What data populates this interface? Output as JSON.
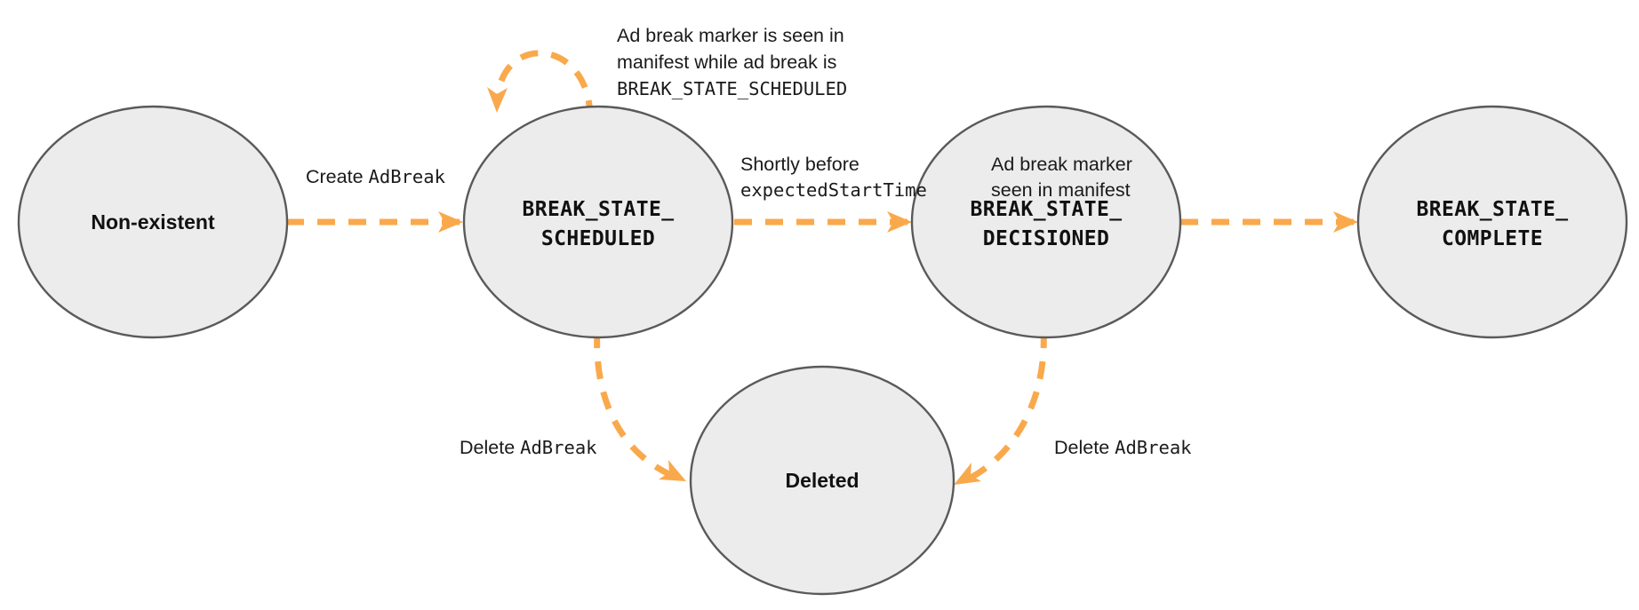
{
  "diagram": {
    "title": "Ad break state machine",
    "background_color": "#ffffff",
    "node_fill": "#ececec",
    "node_stroke": "#5a5a5a",
    "edge_color": "#f9a94c",
    "nodes": [
      {
        "id": "non-existent",
        "label_line1": "Non-existent",
        "label_line2": "",
        "style": "sans"
      },
      {
        "id": "scheduled",
        "label_line1": "BREAK_STATE_",
        "label_line2": "SCHEDULED",
        "style": "mono"
      },
      {
        "id": "decisioned",
        "label_line1": "BREAK_STATE_",
        "label_line2": "DECISIONED",
        "style": "mono"
      },
      {
        "id": "complete",
        "label_line1": "BREAK_STATE_",
        "label_line2": "COMPLETE",
        "style": "mono"
      },
      {
        "id": "deleted",
        "label_line1": "Deleted",
        "label_line2": "",
        "style": "sans"
      }
    ],
    "edges": [
      {
        "id": "create",
        "from": "non-existent",
        "to": "scheduled",
        "label_parts": [
          {
            "text": "Create ",
            "mono": false
          },
          {
            "text": "AdBreak",
            "mono": true
          }
        ]
      },
      {
        "id": "self-loop-scheduled",
        "from": "scheduled",
        "to": "scheduled",
        "label_parts": [
          {
            "text": "Ad break marker is seen in",
            "mono": false
          },
          {
            "text": "manifest while ad break is",
            "mono": false
          },
          {
            "text": "BREAK_STATE_SCHEDULED",
            "mono": true
          }
        ]
      },
      {
        "id": "scheduled-to-decisioned",
        "from": "scheduled",
        "to": "decisioned",
        "label_parts": [
          {
            "text": "Shortly before",
            "mono": false
          },
          {
            "text": "expectedStartTime",
            "mono": true
          }
        ]
      },
      {
        "id": "decisioned-to-complete",
        "from": "decisioned",
        "to": "complete",
        "label_parts": [
          {
            "text": "Ad break marker",
            "mono": false
          },
          {
            "text": "seen in manifest",
            "mono": false
          }
        ]
      },
      {
        "id": "scheduled-to-deleted",
        "from": "scheduled",
        "to": "deleted",
        "label_parts": [
          {
            "text": "Delete ",
            "mono": false
          },
          {
            "text": "AdBreak",
            "mono": true
          }
        ]
      },
      {
        "id": "decisioned-to-deleted",
        "from": "decisioned",
        "to": "deleted",
        "label_parts": [
          {
            "text": "Delete ",
            "mono": false
          },
          {
            "text": "AdBreak",
            "mono": true
          }
        ]
      }
    ],
    "labels": {
      "node_non_existent": "Non-existent",
      "node_scheduled_l1": "BREAK_STATE_",
      "node_scheduled_l2": "SCHEDULED",
      "node_decisioned_l1": "BREAK_STATE_",
      "node_decisioned_l2": "DECISIONED",
      "node_complete_l1": "BREAK_STATE_",
      "node_complete_l2": "COMPLETE",
      "node_deleted": "Deleted",
      "edge_create_text": "Create ",
      "edge_create_mono": "AdBreak",
      "edge_loop_l1": "Ad break marker is seen in",
      "edge_loop_l2": "manifest while ad break is",
      "edge_loop_l3": "BREAK_STATE_SCHEDULED",
      "edge_shortly_l1": "Shortly before",
      "edge_shortly_l2": "expectedStartTime",
      "edge_marker_l1": "Ad break marker",
      "edge_marker_l2": "seen in manifest",
      "edge_delete_left_text": "Delete ",
      "edge_delete_left_mono": "AdBreak",
      "edge_delete_right_text": "Delete ",
      "edge_delete_right_mono": "AdBreak"
    }
  }
}
